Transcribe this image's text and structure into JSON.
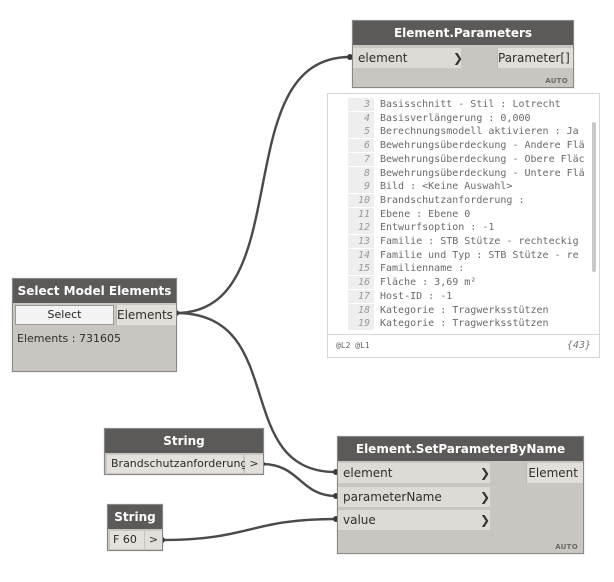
{
  "nodes": {
    "element_parameters": {
      "title": "Element.Parameters",
      "input": "element",
      "output": "Parameter[]",
      "lacing": "AUTO"
    },
    "select_model_elements": {
      "title": "Select Model Elements",
      "button": "Select",
      "output": "Elements",
      "status": "Elements : 731605"
    },
    "string1": {
      "title": "String",
      "value": "Brandschutzanforderung",
      "output": ">"
    },
    "string2": {
      "title": "String",
      "value": "F 60",
      "output": ">"
    },
    "set_parameter": {
      "title": "Element.SetParameterByName",
      "inputs": [
        "element",
        "parameterName",
        "value"
      ],
      "output": "Element",
      "lacing": "AUTO"
    }
  },
  "watch": {
    "lines": [
      {
        "n": "3",
        "t": "Basisschnitt - Stil : Lotrecht"
      },
      {
        "n": "4",
        "t": "Basisverlängerung : 0,000"
      },
      {
        "n": "5",
        "t": "Berechnungsmodell aktivieren : Ja"
      },
      {
        "n": "6",
        "t": "Bewehrungsüberdeckung - Andere Flä"
      },
      {
        "n": "7",
        "t": "Bewehrungsüberdeckung - Obere Fläc"
      },
      {
        "n": "8",
        "t": "Bewehrungsüberdeckung - Untere Flä"
      },
      {
        "n": "9",
        "t": "Bild : <Keine Auswahl>"
      },
      {
        "n": "10",
        "t": "Brandschutzanforderung :"
      },
      {
        "n": "11",
        "t": "Ebene : Ebene 0"
      },
      {
        "n": "12",
        "t": "Entwurfsoption : -1"
      },
      {
        "n": "13",
        "t": "Familie : STB Stütze - rechteckig"
      },
      {
        "n": "14",
        "t": "Familie und Typ : STB Stütze - re"
      },
      {
        "n": "15",
        "t": "Familienname :"
      },
      {
        "n": "16",
        "t": "Fläche : 3,69 m²"
      },
      {
        "n": "17",
        "t": "Host-ID : -1"
      },
      {
        "n": "18",
        "t": "Kategorie : Tragwerksstützen"
      },
      {
        "n": "19",
        "t": "Kategorie : Tragwerksstützen"
      }
    ],
    "levels": "@L2 @L1",
    "count": "{43}"
  }
}
